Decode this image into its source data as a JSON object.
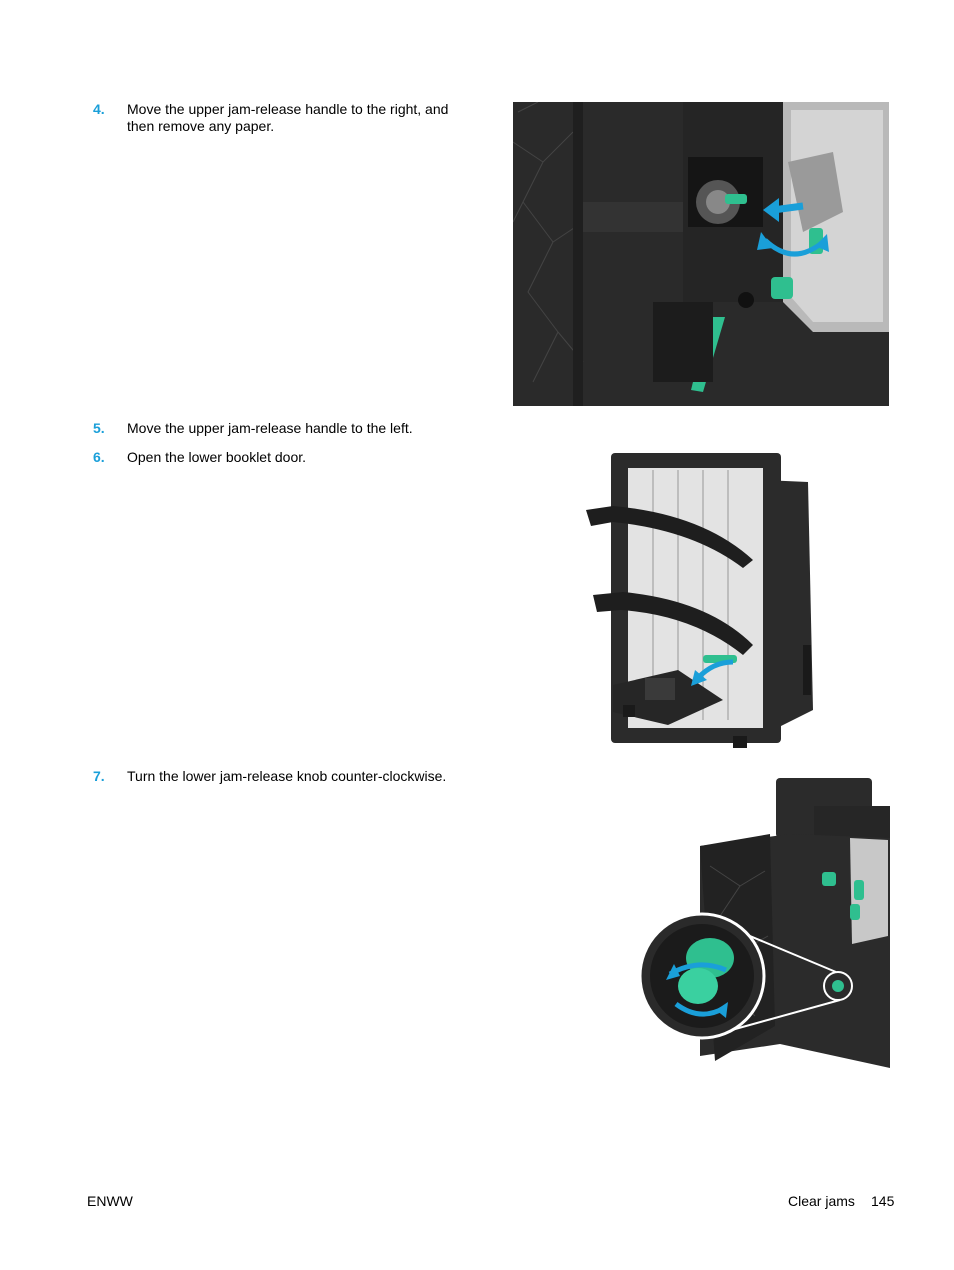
{
  "steps": [
    {
      "number": "4.",
      "text": "Move the upper jam-release handle to the right, and then remove any paper."
    },
    {
      "number": "5.",
      "text": "Move the upper jam-release handle to the left."
    },
    {
      "number": "6.",
      "text": "Open the lower booklet door."
    },
    {
      "number": "7.",
      "text": "Turn the lower jam-release knob counter-clockwise."
    }
  ],
  "colors": {
    "step_number": "#1a9fd9",
    "accent_green": "#2fbf8f",
    "arrow_blue": "#1a9fd9",
    "printer_body": "#2b2b2b"
  },
  "footer": {
    "left": "ENWW",
    "section": "Clear jams",
    "page_number": "145"
  }
}
